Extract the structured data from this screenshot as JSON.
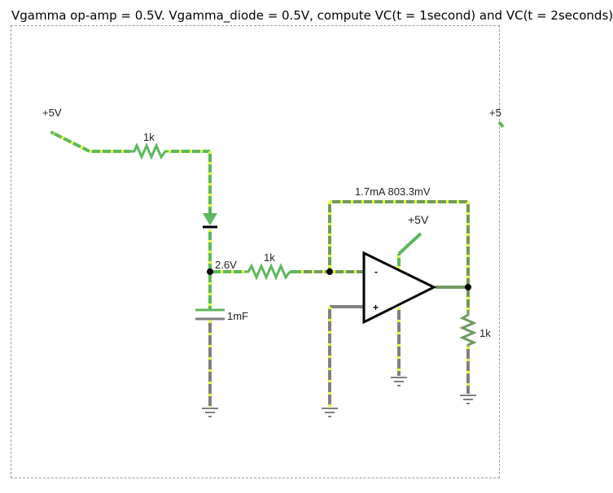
{
  "question": "Vgamma op-amp = 0.5V. Vgamma_diode = 0.5V, compute VC(t = 1second) and VC(t = 2seconds)",
  "circuit": {
    "source_left_label": "+5V",
    "source_right_label": "+5",
    "r_input_label": "1k",
    "node_voltage_label": "2.6V",
    "r_series_label": "1k",
    "capacitor_label": "1mF",
    "feedback_label": "1.7mA 803.3mV",
    "opamp_supply_label": "+5V",
    "opamp_minus": "-",
    "opamp_plus": "+",
    "r_load_label": "1k"
  },
  "colors": {
    "wire_live": "#5cb85c",
    "wire_current": "#e5ff3a",
    "wire_ground": "#808080",
    "component": "#000000"
  }
}
